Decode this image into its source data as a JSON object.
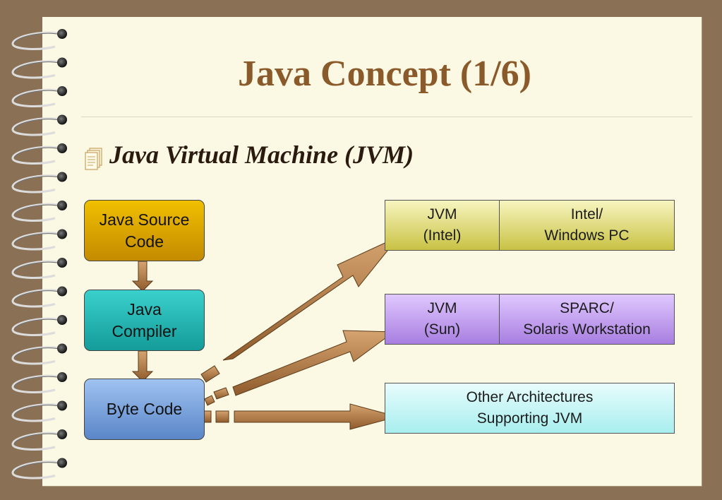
{
  "slide": {
    "title": "Java Concept (1/6)",
    "subtitle": "Java Virtual Machine (JVM)",
    "bullet_icon": "document-stack-icon"
  },
  "flow": [
    {
      "label": "Java Source\nCode",
      "color": "#e0a800"
    },
    {
      "label": "Java\nCompiler",
      "color": "#1fb5b2"
    },
    {
      "label": "Byte Code",
      "color": "#7aa6e0"
    }
  ],
  "targets": [
    {
      "left": "JVM\n(Intel)",
      "right": "Intel/\nWindows PC",
      "color": "#e0dc70"
    },
    {
      "left": "JVM\n(Sun)",
      "right": "SPARC/\nSolaris Workstation",
      "color": "#b990f0"
    },
    {
      "full": "Other Architectures\nSupporting JVM",
      "color": "#c8f4f4"
    }
  ],
  "colors": {
    "background": "#8a7155",
    "paper": "#fbf8e3",
    "title": "#8b5a2b",
    "arrow": "#a9743f"
  }
}
